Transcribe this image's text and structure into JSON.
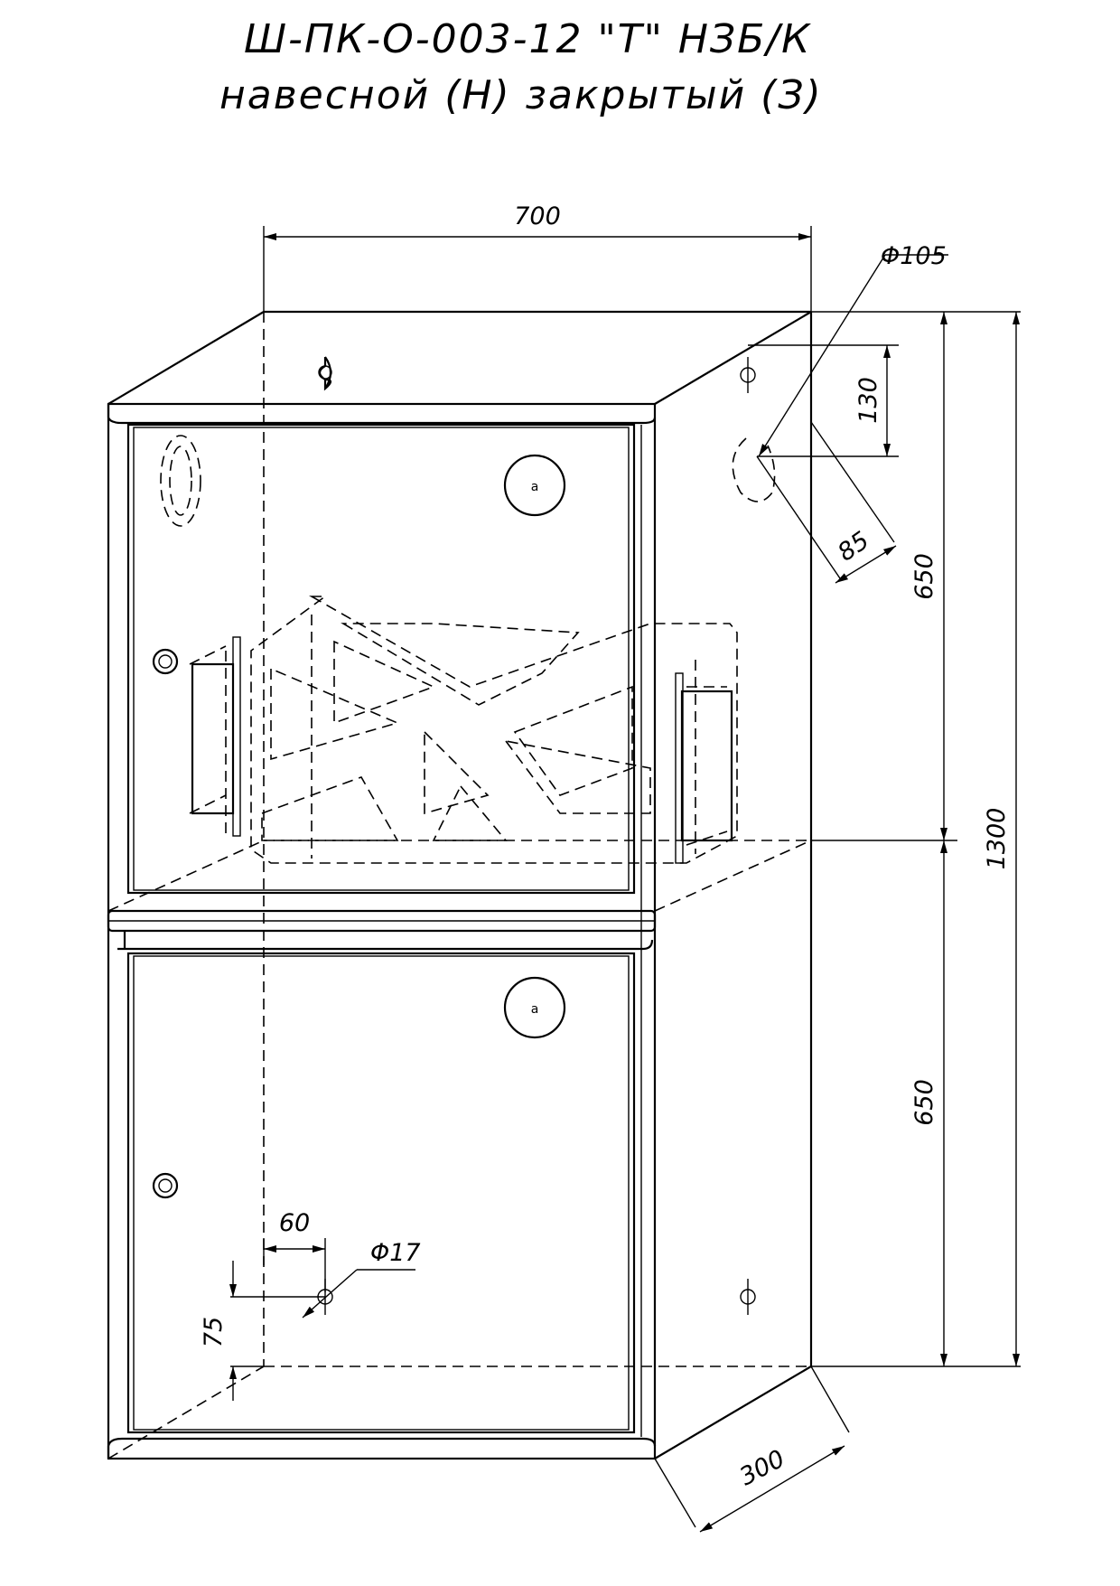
{
  "title": {
    "line1": "Ш-ПК-О-003-12 \"Т\" НЗБ/К",
    "line2": "навесной (Н) закрытый (З)"
  },
  "dimensions": {
    "width": "700",
    "hole_large": "Φ105",
    "hole_offset_v": "130",
    "hole_offset_h": "85",
    "upper_height": "650",
    "lower_height": "650",
    "total_height": "1300",
    "depth": "300",
    "mount_offset_x": "60",
    "mount_hole": "Φ17",
    "mount_offset_y": "75"
  }
}
